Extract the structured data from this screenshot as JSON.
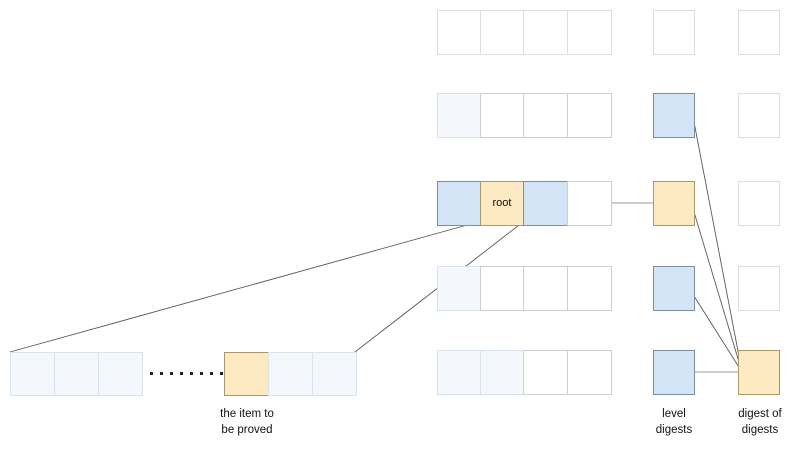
{
  "diagram": {
    "title": "merkle-style digest proof diagram",
    "colors": {
      "blue": "#d4e4f7",
      "pale_blue": "#f4f8fd",
      "orange": "#fdeac2",
      "white": "#ffffff",
      "line": "#5a5a5a",
      "border_light": "#d9e3ee",
      "border_strong": "#7a8fa3",
      "border_orange": "#a99868"
    },
    "root_cell_label": "root",
    "labels": {
      "item_to_be_proved": "the item to\nbe proved",
      "level_digests": "level\ndigests",
      "digest_of_digests": "digest of\ndigests"
    },
    "right_rows": [
      {
        "id": "row-1",
        "cells": [
          "white",
          "white",
          "white",
          "white"
        ],
        "level_digest": "white",
        "digest_of_digests": "white"
      },
      {
        "id": "row-2",
        "cells": [
          "pale",
          "white",
          "white",
          "white"
        ],
        "level_digest": "blue",
        "digest_of_digests": "white"
      },
      {
        "id": "row-3-root",
        "cells": [
          "blue",
          "orange",
          "blue",
          "white"
        ],
        "cell_labels": [
          "",
          "root",
          "",
          ""
        ],
        "level_digest": "orange",
        "digest_of_digests": "white"
      },
      {
        "id": "row-4",
        "cells": [
          "pale",
          "white",
          "white",
          "white"
        ],
        "level_digest": "blue",
        "digest_of_digests": "white"
      },
      {
        "id": "row-5",
        "cells": [
          "pale",
          "pale",
          "white",
          "white"
        ],
        "level_digest": "blue",
        "digest_of_digests": "orange"
      }
    ],
    "bottom_left_row": {
      "left_cells": [
        "pale",
        "pale",
        "pale"
      ],
      "ellipsis_dots": 8,
      "right_cells": [
        "orange",
        "pale",
        "pale"
      ]
    },
    "connectors": [
      {
        "from": "root-cell-bottom-left",
        "to": "bottom-left-row-far-left"
      },
      {
        "from": "root-cell-bottom-right",
        "to": "bottom-left-row-far-right"
      },
      {
        "from": "level-digest-row-2",
        "to": "digest-of-digests"
      },
      {
        "from": "level-digest-row-3",
        "to": "digest-of-digests"
      },
      {
        "from": "level-digest-row-4",
        "to": "digest-of-digests"
      },
      {
        "from": "level-digest-row-5",
        "to": "digest-of-digests"
      },
      {
        "from": "row-3-last-cell",
        "to": "level-digest-row-3"
      }
    ]
  }
}
